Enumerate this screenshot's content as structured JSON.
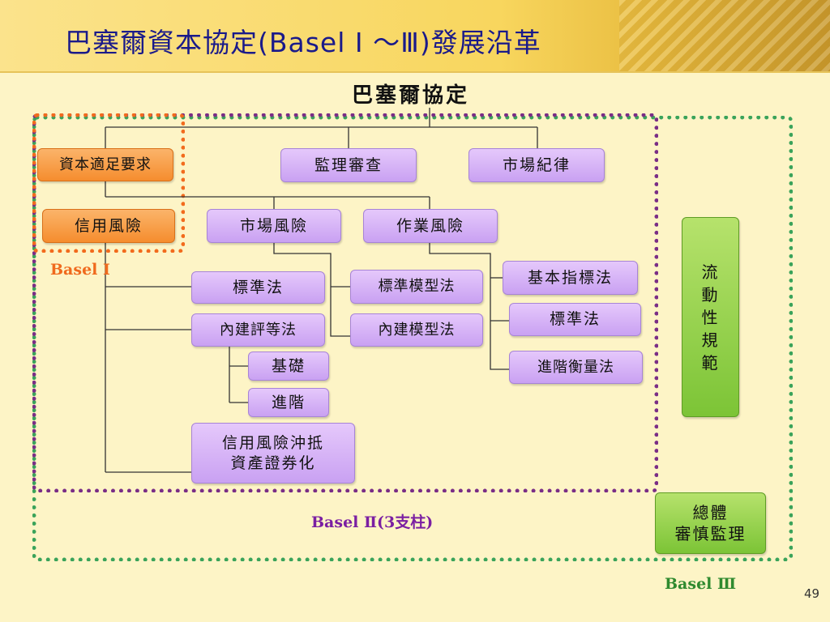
{
  "slide": {
    "title": "巴塞爾資本協定(Basel Ⅰ ～Ⅲ)發展沿革",
    "subtitle": "巴塞爾協定",
    "page_number": "49"
  },
  "diagram": {
    "pillars": {
      "capital_requirements": "資本適足要求",
      "supervisory_review": "監理審查",
      "market_discipline": "市場紀律"
    },
    "risks": {
      "credit_risk": "信用風險",
      "market_risk": "市場風險",
      "operational_risk": "作業風險"
    },
    "credit_methods": {
      "standardized": "標準法",
      "irb": "內建評等法",
      "irb_foundation": "基礎",
      "irb_advanced": "進階",
      "securitization_line1": "信用風險沖抵",
      "securitization_line2": "資產證券化"
    },
    "market_methods": {
      "standardized_model": "標準模型法",
      "internal_model": "內建模型法"
    },
    "operational_methods": {
      "basic_indicator": "基本指標法",
      "standardized": "標準法",
      "advanced_measurement": "進階衡量法"
    },
    "basel3_items": {
      "liquidity_chars": [
        "流",
        "動",
        "性",
        "規",
        "範"
      ],
      "macroprudential_line1": "總體",
      "macroprudential_line2": "審慎監理"
    },
    "region_labels": {
      "basel1": "Basel  I",
      "basel2": "Basel Ⅱ(3支柱)",
      "basel3": "Basel Ⅲ"
    },
    "colors": {
      "basel1": "#f26b1d",
      "basel2": "#7a2e86",
      "basel3": "#3aa35a",
      "title": "#1a1a8a",
      "box_purple": "#d3acf5",
      "box_orange": "#f7973a",
      "box_green": "#8ccd44"
    }
  }
}
